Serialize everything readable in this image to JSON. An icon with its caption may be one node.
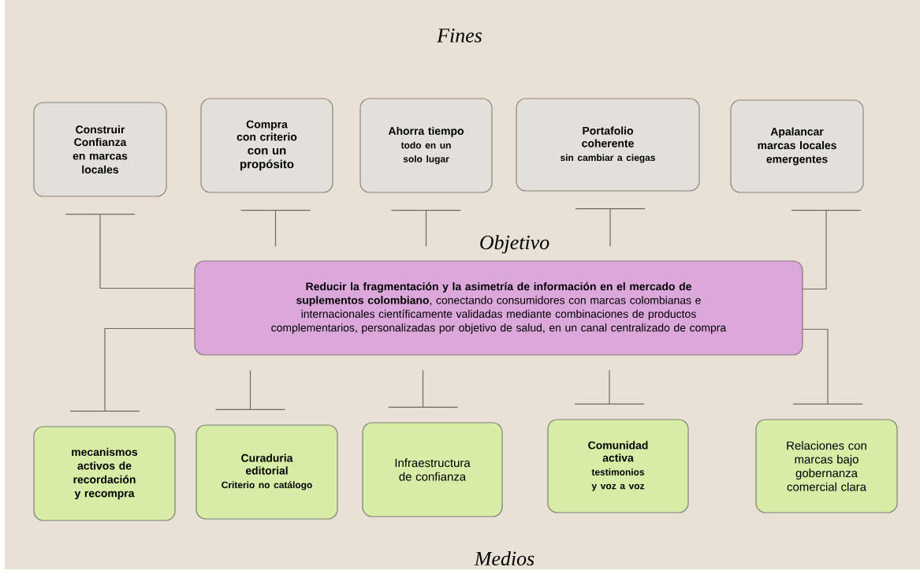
{
  "diagram": {
    "nodes": [
      {
        "text": [
          "Construir Confianza",
          "en marcas locales"
        ]
      },
      {
        "text": [
          "Compra con criterio",
          "con un propósito"
        ]
      },
      {
        "text": [
          "Ahorra tiempo",
          "todo en un solo lugar"
        ]
      },
      {
        "text": [
          "Portafolio coherente",
          "sin cambiar a ciegas"
        ]
      },
      {
        "text": [
          "Apalancar marcas locales emergentes"
        ]
      },
      {
        "text": [
          "Objetivo",
          "**Reducir la fragmentación y la asimetría de información en el mercado de suplementos colombiano**, conectando consumidores con marcas colombianas e internacionales científicamente validadas mediante combinaciones de productos complementarios, personalizadas por objetivo de salud, en un canal centralizado de compra"
        ]
      },
      {
        "text": [
          "mecanismos activos de recordación y recompra"
        ]
      },
      {
        "text": [
          "Curaduria editorial",
          "Criterio no catálogo"
        ]
      },
      {
        "text": [
          "Infraestructura de confianza"
        ]
      },
      {
        "text": [
          "Comunidad activa",
          "testimonios y voz a voz"
        ]
      },
      {
        "text": [
          "Relaciones con marcas bajo gobernanza comercial clara"
        ]
      }
    ],
    "edges": [
      {
        "from": 5,
        "to": 0,
        "arrow": "none"
      },
      {
        "from": 5,
        "to": 1,
        "arrow": "none"
      },
      {
        "from": 5,
        "to": 2,
        "arrow": "none"
      },
      {
        "from": 5,
        "to": 3,
        "arrow": "none"
      },
      {
        "from": 5,
        "to": 4,
        "arrow": "none"
      },
      {
        "from": 5,
        "to": 6,
        "arrow": "none"
      },
      {
        "from": 5,
        "to": 7,
        "arrow": "none"
      },
      {
        "from": 5,
        "to": 8,
        "arrow": "none"
      },
      {
        "from": 5,
        "to": 9,
        "arrow": "none"
      },
      {
        "from": 5,
        "to": 10,
        "arrow": "none"
      }
    ],
    "labels": [
      "Fines",
      "Medios"
    ]
  }
}
